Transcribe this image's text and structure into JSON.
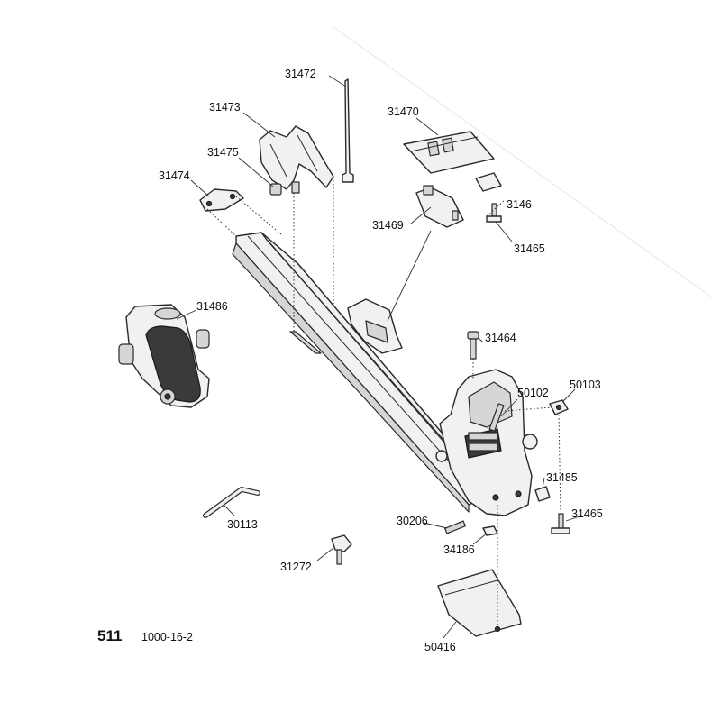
{
  "diagram": {
    "part_labels": [
      {
        "id": "p31472",
        "text": "31472"
      },
      {
        "id": "p31473",
        "text": "31473"
      },
      {
        "id": "p31470",
        "text": "31470"
      },
      {
        "id": "p31475",
        "text": "31475"
      },
      {
        "id": "p31474",
        "text": "31474"
      },
      {
        "id": "p3146x",
        "text": "3146"
      },
      {
        "id": "p31469",
        "text": "31469"
      },
      {
        "id": "p31465a",
        "text": "31465"
      },
      {
        "id": "p31486",
        "text": "31486"
      },
      {
        "id": "p31464",
        "text": "31464"
      },
      {
        "id": "p50102",
        "text": "50102"
      },
      {
        "id": "p50103",
        "text": "50103"
      },
      {
        "id": "p31485",
        "text": "31485"
      },
      {
        "id": "p31465b",
        "text": "31465"
      },
      {
        "id": "p30113",
        "text": "30113"
      },
      {
        "id": "p30206",
        "text": "30206"
      },
      {
        "id": "p34186",
        "text": "34186"
      },
      {
        "id": "p31272",
        "text": "31272"
      },
      {
        "id": "p50416",
        "text": "50416"
      }
    ],
    "page_number": "511",
    "document_code": "1000-16-2"
  }
}
